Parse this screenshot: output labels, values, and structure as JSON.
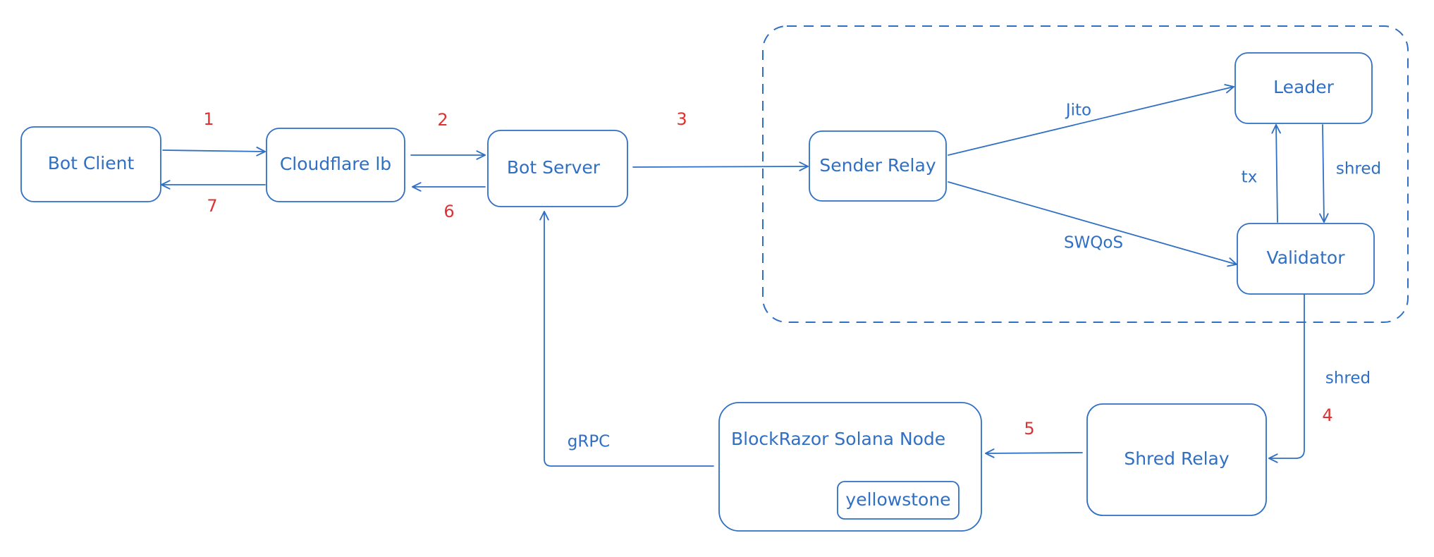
{
  "colors": {
    "stroke": "#2f6fc4",
    "text": "#2f6fc4",
    "step": "#e03131",
    "background": "#ffffff"
  },
  "nodes": {
    "bot_client": "Bot Client",
    "cloudflare_lb": "Cloudflare lb",
    "bot_server": "Bot Server",
    "sender_relay": "Sender Relay",
    "leader": "Leader",
    "validator": "Validator",
    "shred_relay": "Shred Relay",
    "blockrazor_node": "BlockRazor Solana Node",
    "yellowstone": "yellowstone"
  },
  "edge_labels": {
    "jito": "Jito",
    "swqos": "SWQoS",
    "tx": "tx",
    "shred_leader_validator": "shred",
    "shred_validator_relay": "shred",
    "grpc": "gRPC"
  },
  "steps": [
    "1",
    "2",
    "3",
    "4",
    "5",
    "6",
    "7"
  ]
}
